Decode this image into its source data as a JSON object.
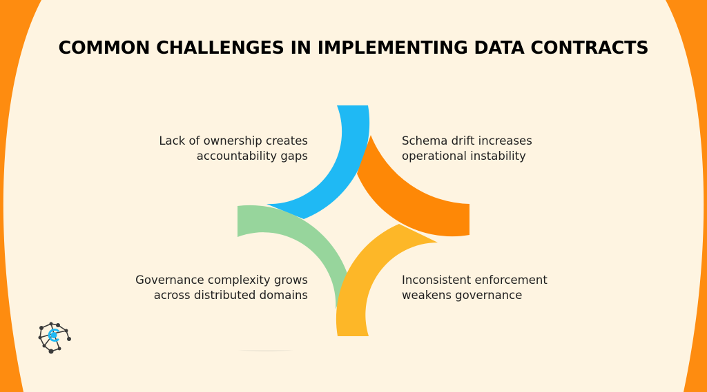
{
  "title": "COMMON CHALLENGES IN IMPLEMENTING DATA CONTRACTS",
  "colors": {
    "background": "#fef4e1",
    "accent_orange": "#fe8c10",
    "segment_blue": "#1fb9f4",
    "segment_orange": "#fe8806",
    "segment_green": "#97d59c",
    "segment_yellow": "#fdb728",
    "text": "#1f1f1f"
  },
  "quadrants": [
    {
      "position": "top-left",
      "color": "#1fb9f4",
      "line1": "Lack of ownership creates",
      "line2": "accountability gaps"
    },
    {
      "position": "top-right",
      "color": "#fe8806",
      "line1": "Schema drift increases",
      "line2": "operational instability"
    },
    {
      "position": "bottom-left",
      "color": "#97d59c",
      "line1": "Governance complexity grows",
      "line2": "across distributed domains"
    },
    {
      "position": "bottom-right",
      "color": "#fdb728",
      "line1": "Inconsistent enforcement",
      "line2": "weakens governance"
    }
  ],
  "logo_icon": "network-logo-icon"
}
